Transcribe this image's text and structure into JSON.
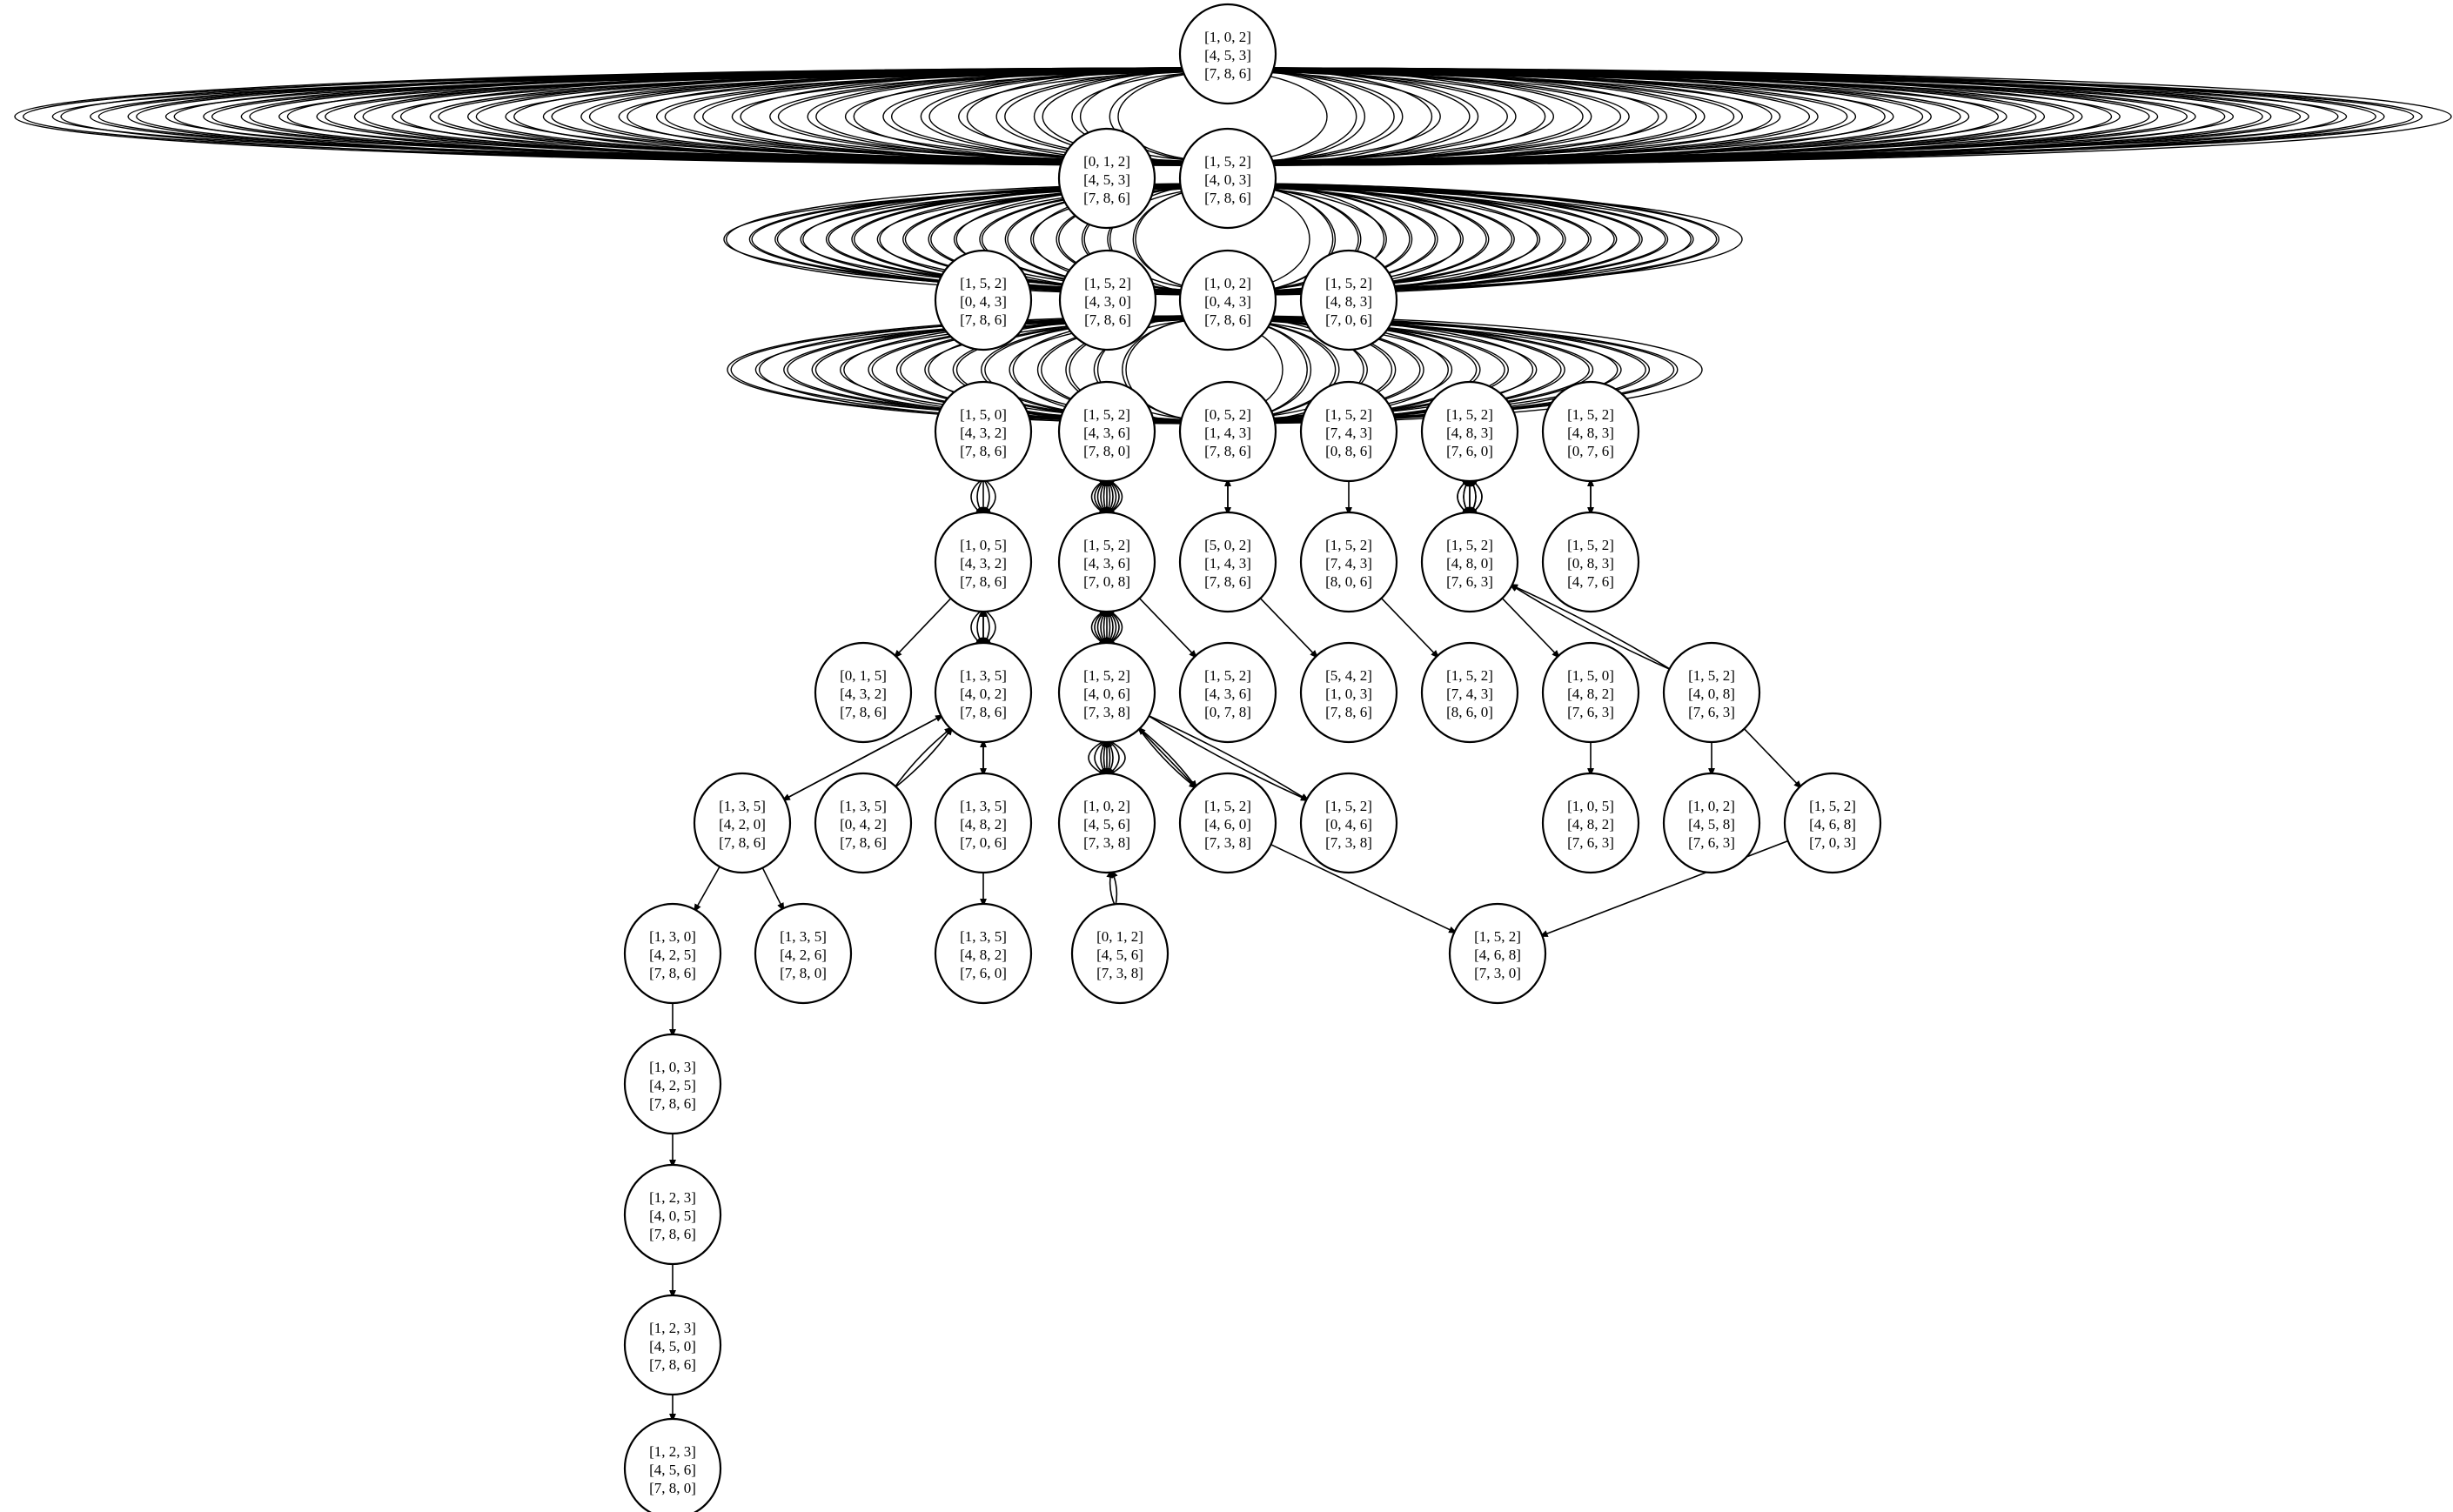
{
  "graph": {
    "nodes": [
      {
        "id": "n_102_453_786",
        "lines": [
          "[1, 0, 2]",
          "[4, 5, 3]",
          "[7, 8, 6]"
        ]
      },
      {
        "id": "n_012_453_786",
        "lines": [
          "[0, 1, 2]",
          "[4, 5, 3]",
          "[7, 8, 6]"
        ]
      },
      {
        "id": "n_152_403_786",
        "lines": [
          "[1, 5, 2]",
          "[4, 0, 3]",
          "[7, 8, 6]"
        ]
      },
      {
        "id": "n_152_043_786",
        "lines": [
          "[1, 5, 2]",
          "[0, 4, 3]",
          "[7, 8, 6]"
        ]
      },
      {
        "id": "n_152_430_786",
        "lines": [
          "[1, 5, 2]",
          "[4, 3, 0]",
          "[7, 8, 6]"
        ]
      },
      {
        "id": "n_102_453_786b",
        "lines": [
          "[1, 0, 2]",
          "[0, 4, 3]",
          "[7, 8, 6]"
        ]
      },
      {
        "id": "n_152_483_706",
        "lines": [
          "[1, 5, 2]",
          "[4, 8, 3]",
          "[7, 0, 6]"
        ]
      },
      {
        "id": "n_152_432_786",
        "lines": [
          "[1, 5, 0]",
          "[4, 3, 2]",
          "[7, 8, 6]"
        ]
      },
      {
        "id": "n_152_436_780",
        "lines": [
          "[1, 5, 2]",
          "[4, 3, 6]",
          "[7, 8, 0]"
        ]
      },
      {
        "id": "n_052_143_786",
        "lines": [
          "[0, 5, 2]",
          "[1, 4, 3]",
          "[7, 8, 6]"
        ]
      },
      {
        "id": "n_152_743_086",
        "lines": [
          "[1, 5, 2]",
          "[7, 4, 3]",
          "[0, 8, 6]"
        ]
      },
      {
        "id": "n_152_483_760",
        "lines": [
          "[1, 5, 2]",
          "[4, 8, 3]",
          "[7, 6, 0]"
        ]
      },
      {
        "id": "n_152_483_076",
        "lines": [
          "[1, 5, 2]",
          "[4, 8, 3]",
          "[0, 7, 6]"
        ]
      },
      {
        "id": "n_105_432_786",
        "lines": [
          "[1, 0, 5]",
          "[4, 3, 2]",
          "[7, 8, 6]"
        ]
      },
      {
        "id": "n_152_436_708",
        "lines": [
          "[1, 5, 2]",
          "[4, 3, 6]",
          "[7, 0, 8]"
        ]
      },
      {
        "id": "n_502_143_786",
        "lines": [
          "[5, 0, 2]",
          "[1, 4, 3]",
          "[7, 8, 6]"
        ]
      },
      {
        "id": "n_152_743_806",
        "lines": [
          "[1, 5, 2]",
          "[7, 4, 3]",
          "[8, 0, 6]"
        ]
      },
      {
        "id": "n_152_480_763",
        "lines": [
          "[1, 5, 2]",
          "[4, 8, 0]",
          "[7, 6, 3]"
        ]
      },
      {
        "id": "n_152_083_476",
        "lines": [
          "[1, 5, 2]",
          "[0, 8, 3]",
          "[4, 7, 6]"
        ]
      },
      {
        "id": "n_015_432_786",
        "lines": [
          "[0, 1, 5]",
          "[4, 3, 2]",
          "[7, 8, 6]"
        ]
      },
      {
        "id": "n_135_402_786",
        "lines": [
          "[1, 3, 5]",
          "[4, 0, 2]",
          "[7, 8, 6]"
        ]
      },
      {
        "id": "n_152_406_738",
        "lines": [
          "[1, 5, 2]",
          "[4, 0, 6]",
          "[7, 3, 8]"
        ]
      },
      {
        "id": "n_152_436_078",
        "lines": [
          "[1, 5, 2]",
          "[4, 3, 6]",
          "[0, 7, 8]"
        ]
      },
      {
        "id": "n_542_103_786",
        "lines": [
          "[5, 4, 2]",
          "[1, 0, 3]",
          "[7, 8, 6]"
        ]
      },
      {
        "id": "n_152_743_860",
        "lines": [
          "[1, 5, 2]",
          "[7, 4, 3]",
          "[8, 6, 0]"
        ]
      },
      {
        "id": "n_150_482_763",
        "lines": [
          "[1, 5, 0]",
          "[4, 8, 2]",
          "[7, 6, 3]"
        ]
      },
      {
        "id": "n_152_408_763",
        "lines": [
          "[1, 5, 2]",
          "[4, 0, 8]",
          "[7, 6, 3]"
        ]
      },
      {
        "id": "n_135_420_786",
        "lines": [
          "[1, 3, 5]",
          "[4, 2, 0]",
          "[7, 8, 6]"
        ]
      },
      {
        "id": "n_135_042_786",
        "lines": [
          "[1, 3, 5]",
          "[0, 4, 2]",
          "[7, 8, 6]"
        ]
      },
      {
        "id": "n_135_482_706",
        "lines": [
          "[1, 3, 5]",
          "[4, 8, 2]",
          "[7, 0, 6]"
        ]
      },
      {
        "id": "n_102_456_738",
        "lines": [
          "[1, 0, 2]",
          "[4, 5, 6]",
          "[7, 3, 8]"
        ]
      },
      {
        "id": "n_152_460_738",
        "lines": [
          "[1, 5, 2]",
          "[4, 6, 0]",
          "[7, 3, 8]"
        ]
      },
      {
        "id": "n_152_046_738",
        "lines": [
          "[1, 5, 2]",
          "[0, 4, 6]",
          "[7, 3, 8]"
        ]
      },
      {
        "id": "n_105_482_763",
        "lines": [
          "[1, 0, 5]",
          "[4, 8, 2]",
          "[7, 6, 3]"
        ]
      },
      {
        "id": "n_102_458_763",
        "lines": [
          "[1, 0, 2]",
          "[4, 5, 8]",
          "[7, 6, 3]"
        ]
      },
      {
        "id": "n_152_468_703",
        "lines": [
          "[1, 5, 2]",
          "[4, 6, 8]",
          "[7, 0, 3]"
        ]
      },
      {
        "id": "n_130_425_786",
        "lines": [
          "[1, 3, 0]",
          "[4, 2, 5]",
          "[7, 8, 6]"
        ]
      },
      {
        "id": "n_135_426_780",
        "lines": [
          "[1, 3, 5]",
          "[4, 2, 6]",
          "[7, 8, 0]"
        ]
      },
      {
        "id": "n_135_482_760",
        "lines": [
          "[1, 3, 5]",
          "[4, 8, 2]",
          "[7, 6, 0]"
        ]
      },
      {
        "id": "n_012_456_738",
        "lines": [
          "[0, 1, 2]",
          "[4, 5, 6]",
          "[7, 3, 8]"
        ]
      },
      {
        "id": "n_152_468_730",
        "lines": [
          "[1, 5, 2]",
          "[4, 6, 8]",
          "[7, 3, 0]"
        ]
      },
      {
        "id": "n_103_425_786",
        "lines": [
          "[1, 0, 3]",
          "[4, 2, 5]",
          "[7, 8, 6]"
        ]
      },
      {
        "id": "n_123_405_786",
        "lines": [
          "[1, 2, 3]",
          "[4, 0, 5]",
          "[7, 8, 6]"
        ]
      },
      {
        "id": "n_123_450_786",
        "lines": [
          "[1, 2, 3]",
          "[4, 5, 0]",
          "[7, 8, 6]"
        ]
      },
      {
        "id": "n_123_456_780",
        "lines": [
          "[1, 2, 3]",
          "[4, 5, 6]",
          "[7, 8, 0]"
        ]
      }
    ]
  }
}
